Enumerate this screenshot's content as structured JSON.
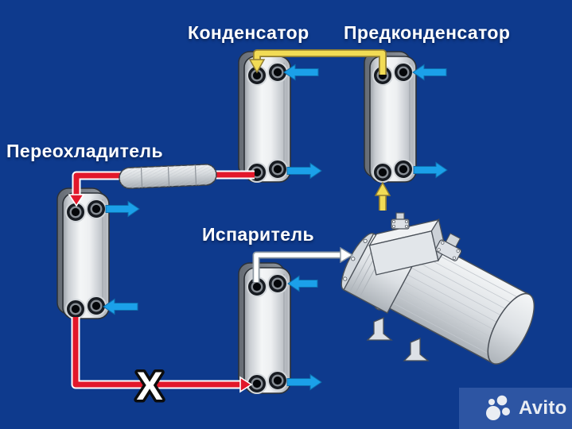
{
  "background_color": "#0e3a8d",
  "labels": {
    "condenser": "Конденсатор",
    "precondenser": "Предконденсатор",
    "subcooler": "Переохладитель",
    "evaporator": "Испаритель"
  },
  "expansion_valve": {
    "symbol": "X"
  },
  "watermark": {
    "brand": "Avito",
    "logo_icon": "avito-dots-logo",
    "bg_color": "#2d55a3",
    "text_color": "#e9edf3"
  },
  "colors": {
    "hot_gas_line": "#f2dc55",
    "liquid_line": "#e2182b",
    "water_arrow": "#1ba0e9",
    "suction_line": "#ffffff",
    "label_text": "#ffffff"
  },
  "equipment_icons": [
    "plate-heat-exchanger-icon",
    "receiver-cylinder-icon",
    "screw-compressor-icon",
    "expansion-valve-x-symbol"
  ]
}
